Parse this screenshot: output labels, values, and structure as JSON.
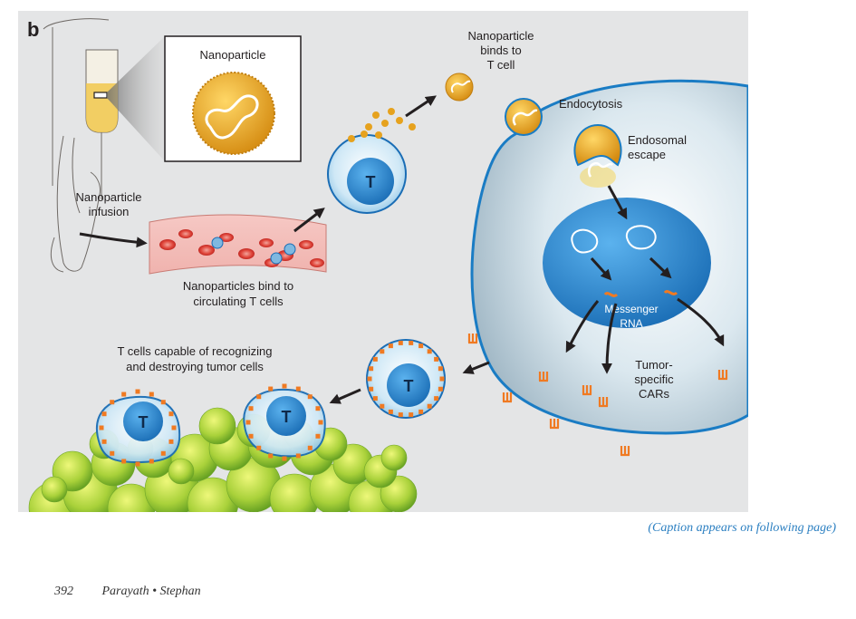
{
  "figure": {
    "panel_letter": "b",
    "labels": {
      "nanoparticle": "Nanoparticle",
      "infusion_1": "Nanoparticle",
      "infusion_2": "infusion",
      "bind_circ_1": "Nanoparticles bind to",
      "bind_circ_2": "circulating T cells",
      "binds_t_1": "Nanoparticle",
      "binds_t_2": "binds to",
      "binds_t_3": "T cell",
      "endocytosis": "Endocytosis",
      "escape_1": "Endosomal",
      "escape_2": "escape",
      "mrna_1": "Messenger",
      "mrna_2": "RNA",
      "cars_1": "Tumor-",
      "cars_2": "specific",
      "cars_3": "CARs",
      "tcells_1": "T cells capable of recognizing",
      "tcells_2": "and destroying tumor cells",
      "t_letter": "T"
    },
    "colors": {
      "background": "#e4e5e6",
      "cell_blue": "#1f82c8",
      "nucleus_blue": "#2f86d0",
      "gold": "#e6a21e",
      "car_orange": "#f07a22",
      "red_blood": "#d8302b",
      "tumor_green": "#8cc63f"
    }
  },
  "caption_note": "(Caption appears on following page)",
  "footer": {
    "page_number": "392",
    "authors": "Parayath • Stephan"
  }
}
